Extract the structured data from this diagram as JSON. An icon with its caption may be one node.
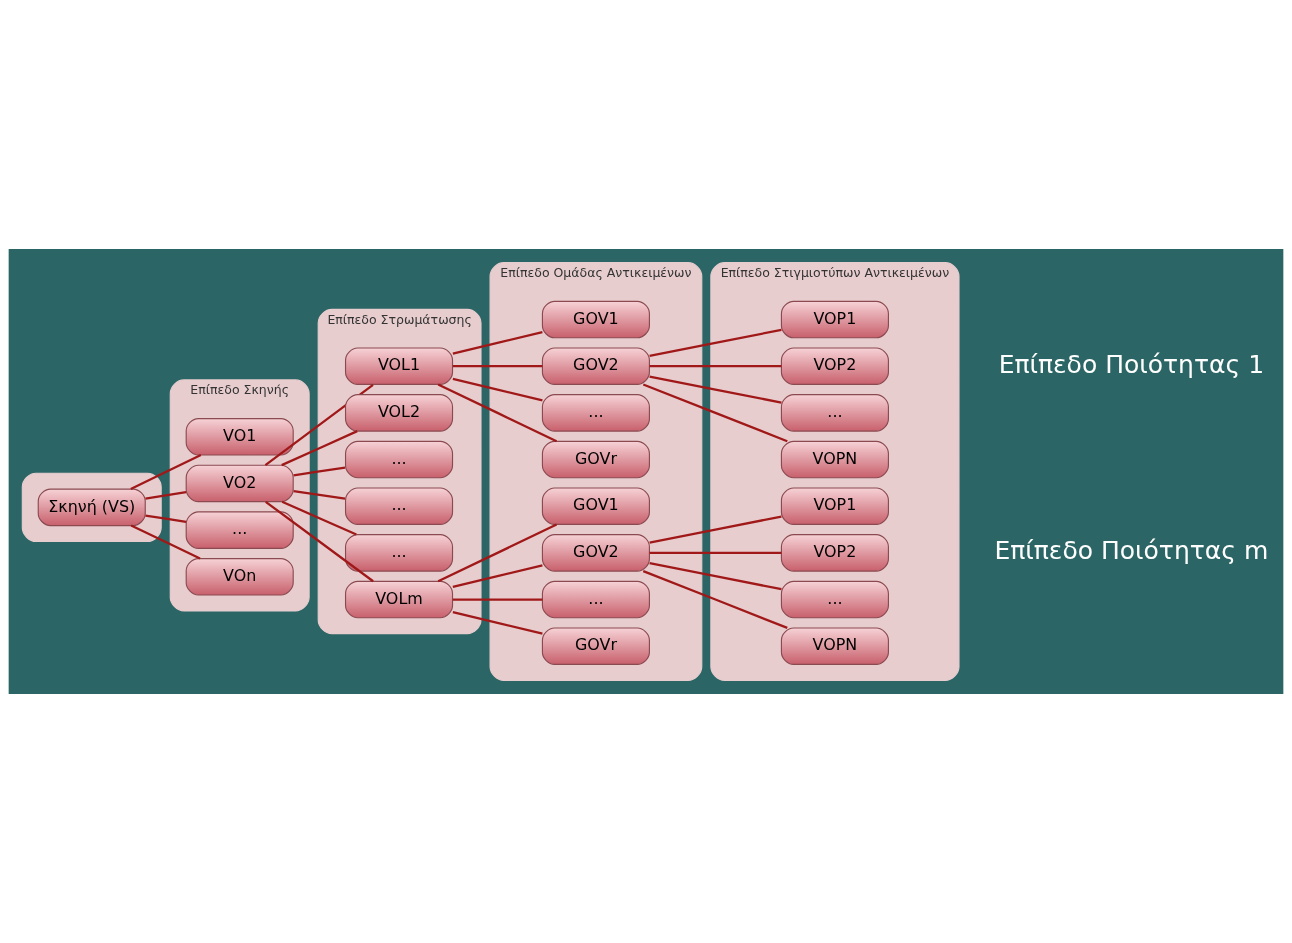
{
  "diagram": {
    "nodes": [
      {
        "text": [],
        "shape": "bar"
      },
      {
        "text": [
          "Επίπεδο Σκηνής"
        ]
      },
      {
        "text": [
          "Επίπεδο Στρωμάτωσης"
        ]
      },
      {
        "text": [
          "Επίπεδο Ομάδας Αντικειμένων"
        ]
      },
      {
        "text": [
          "Επίπεδο Στιγμιοτύπων Αντικειμένων"
        ]
      },
      {
        "text": [
          "Σκηνή (VS)"
        ],
        "in": 0
      },
      {
        "text": [
          "VO1"
        ],
        "in": 1
      },
      {
        "text": [
          "VO2"
        ],
        "in": 1
      },
      {
        "text": [
          "..."
        ],
        "in": 1
      },
      {
        "text": [
          "VOn"
        ],
        "in": 1
      },
      {
        "text": [
          "VOL1"
        ],
        "in": 2
      },
      {
        "text": [
          "VOL2"
        ],
        "in": 2
      },
      {
        "text": [
          "..."
        ],
        "in": 2
      },
      {
        "text": [
          "..."
        ],
        "in": 2
      },
      {
        "text": [
          "..."
        ],
        "in": 2
      },
      {
        "text": [
          "VOLm"
        ],
        "in": 2
      },
      {
        "text": [
          "GOV1"
        ],
        "in": 3
      },
      {
        "text": [
          "GOV2"
        ],
        "in": 3
      },
      {
        "text": [
          "..."
        ],
        "in": 3
      },
      {
        "text": [
          "GOVr"
        ],
        "in": 3
      },
      {
        "text": [
          "GOV1"
        ],
        "in": 3
      },
      {
        "text": [
          "GOV2"
        ],
        "in": 3
      },
      {
        "text": [
          "..."
        ],
        "in": 3
      },
      {
        "text": [
          "GOVr"
        ],
        "in": 3
      },
      {
        "text": [
          "VOP1"
        ],
        "in": 4
      },
      {
        "text": [
          "VOP2"
        ],
        "in": 4
      },
      {
        "text": [
          "..."
        ],
        "in": 4
      },
      {
        "text": [
          "VOPN"
        ],
        "in": 4
      },
      {
        "text": [
          "VOP1"
        ],
        "in": 4
      },
      {
        "text": [
          "VOP2"
        ],
        "in": 4
      },
      {
        "text": [
          "..."
        ],
        "in": 4
      },
      {
        "text": [
          "VOPN"
        ],
        "in": 4
      }
    ],
    "edges": [
      {
        "from": 5,
        "to": 6,
        "arrow": "none"
      },
      {
        "from": 5,
        "to": 7,
        "arrow": "none"
      },
      {
        "from": 5,
        "to": 8,
        "arrow": "none"
      },
      {
        "from": 5,
        "to": 9,
        "arrow": "none"
      },
      {
        "from": 7,
        "to": 10,
        "arrow": "none"
      },
      {
        "from": 7,
        "to": 11,
        "arrow": "none"
      },
      {
        "from": 7,
        "to": 12,
        "arrow": "none"
      },
      {
        "from": 7,
        "to": 13,
        "arrow": "none"
      },
      {
        "from": 7,
        "to": 14,
        "arrow": "none"
      },
      {
        "from": 7,
        "to": 15,
        "arrow": "none"
      },
      {
        "from": 10,
        "to": 16,
        "arrow": "none"
      },
      {
        "from": 10,
        "to": 17,
        "arrow": "none"
      },
      {
        "from": 10,
        "to": 18,
        "arrow": "none"
      },
      {
        "from": 10,
        "to": 19,
        "arrow": "none"
      },
      {
        "from": 15,
        "to": 20,
        "arrow": "none"
      },
      {
        "from": 15,
        "to": 21,
        "arrow": "none"
      },
      {
        "from": 15,
        "to": 22,
        "arrow": "none"
      },
      {
        "from": 15,
        "to": 23,
        "arrow": "none"
      },
      {
        "from": 17,
        "to": 24,
        "arrow": "none"
      },
      {
        "from": 17,
        "to": 25,
        "arrow": "none"
      },
      {
        "from": 17,
        "to": 26,
        "arrow": "none"
      },
      {
        "from": 17,
        "to": 27,
        "arrow": "none"
      },
      {
        "from": 21,
        "to": 28,
        "arrow": "none"
      },
      {
        "from": 21,
        "to": 29,
        "arrow": "none"
      },
      {
        "from": 21,
        "to": 30,
        "arrow": "none"
      },
      {
        "from": 21,
        "to": 31,
        "arrow": "none"
      }
    ],
    "labels": [
      "Επίπεδο Ποιότητας 1",
      "Επίπεδο Ποιότητας m"
    ]
  }
}
